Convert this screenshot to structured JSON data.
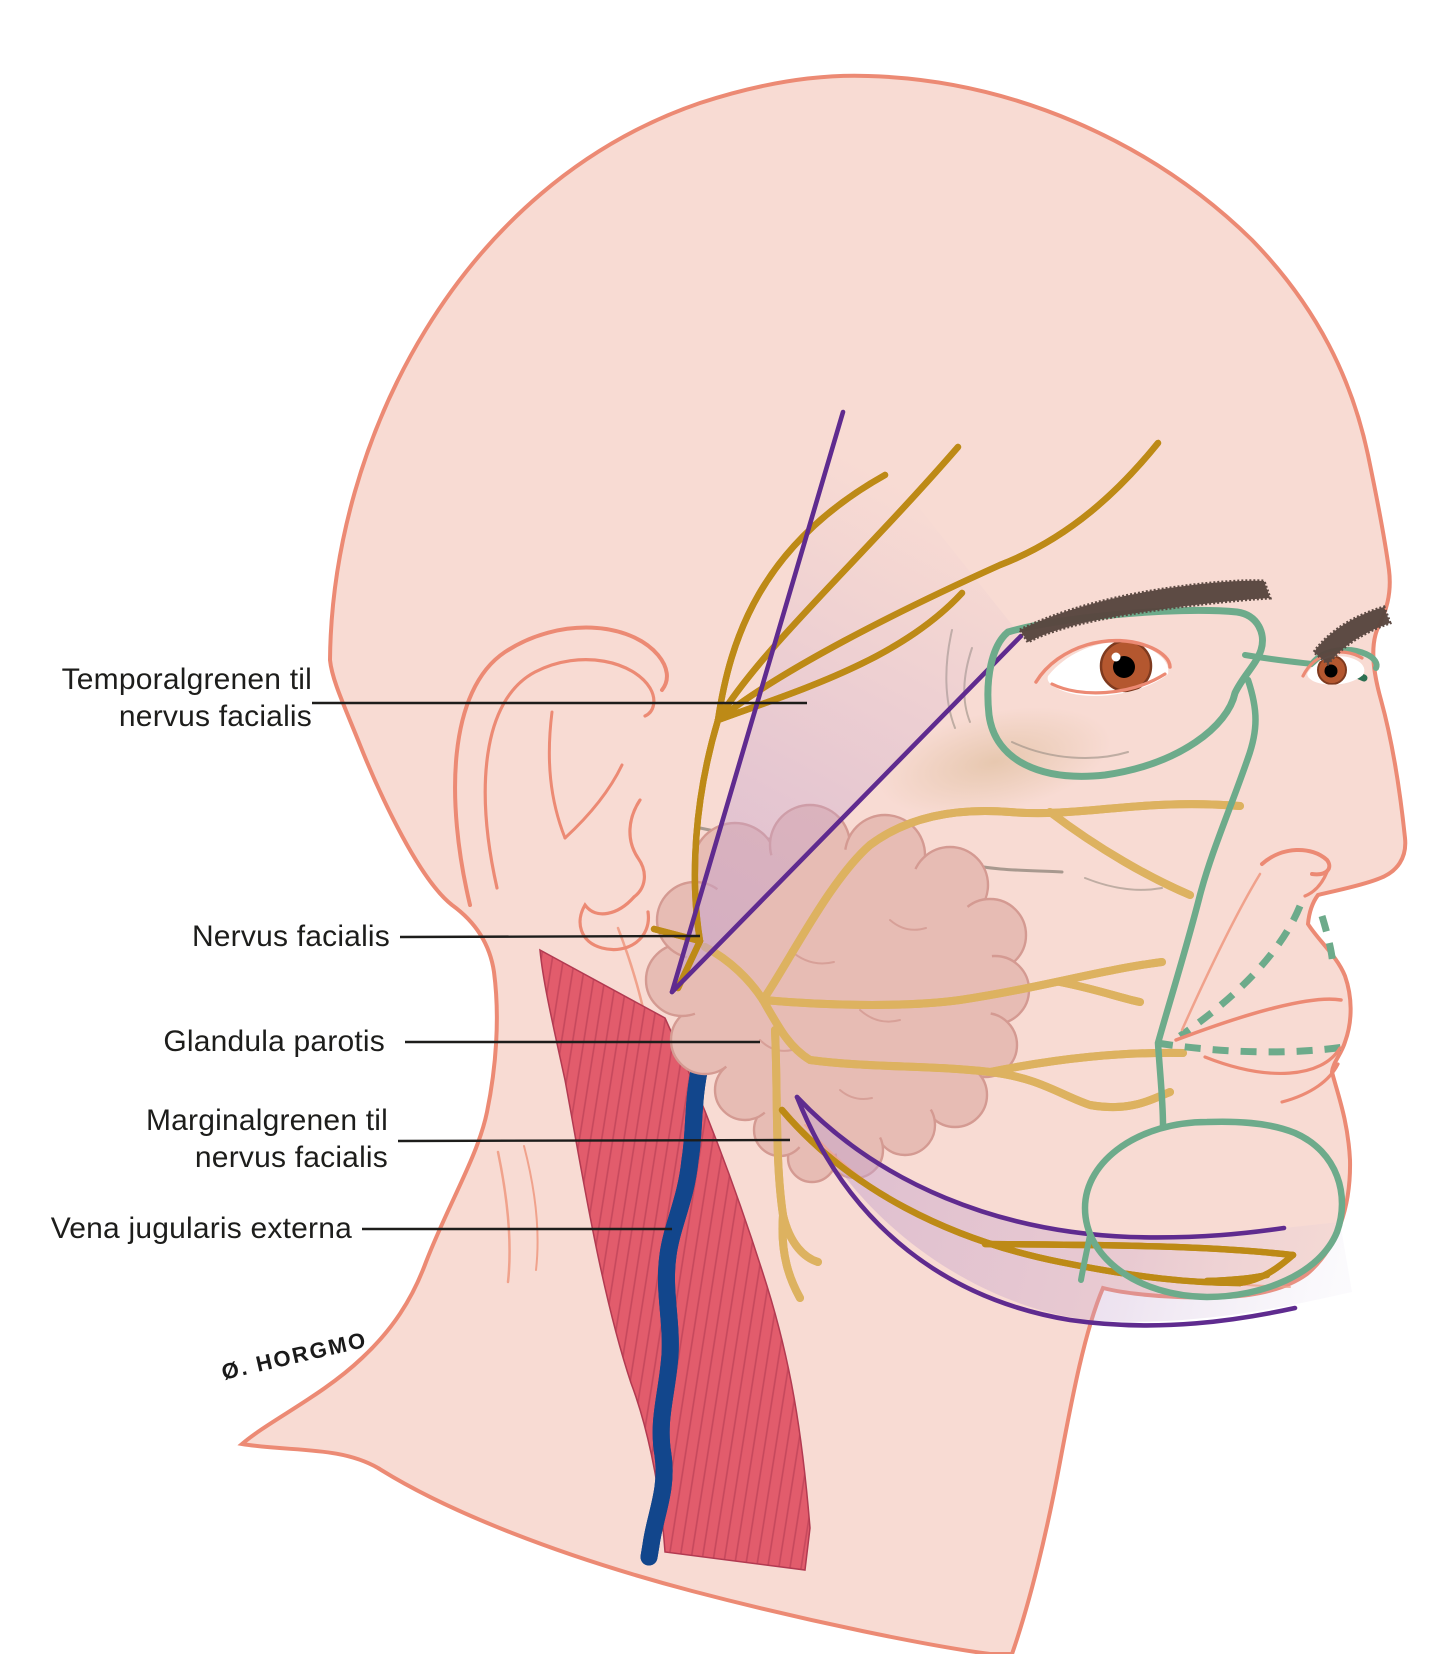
{
  "palette": {
    "skin": "#f8dbd3",
    "outline": "#ec8a74",
    "skinline": "#f0a28c",
    "muscle": "#e25c6c",
    "muscledark": "#b23a51",
    "vein": "#1c5fb2",
    "veindark": "#12468c",
    "gold": "#f6b71f",
    "golddark": "#bd8a16",
    "pale": "#fae9ab",
    "paledark": "#ddb260",
    "purple": "#5f2b8f",
    "lavender": "#c5a3cd",
    "green": "#6dab8b",
    "greendark": "#2c6e50",
    "gland": "#e7bcb4",
    "glandline": "#d49a92",
    "brow": "#594740",
    "iris": "#b4572f",
    "irisdark": "#7e3a1f",
    "gray": "#9a8d83",
    "tan": "#d9b892",
    "label": "#1d1d1b"
  },
  "illustration": {
    "labels": {
      "temporal_branch": "Temporalgrenen til\nnervus facialis",
      "facial_nerve": "Nervus facialis",
      "parotid_gland": "Glandula parotis",
      "marginal_branch": "Marginalgrenen til\nnervus facialis",
      "external_jugular_vein": "Vena jugularis externa"
    },
    "signature": "Ø. HORGMO"
  }
}
